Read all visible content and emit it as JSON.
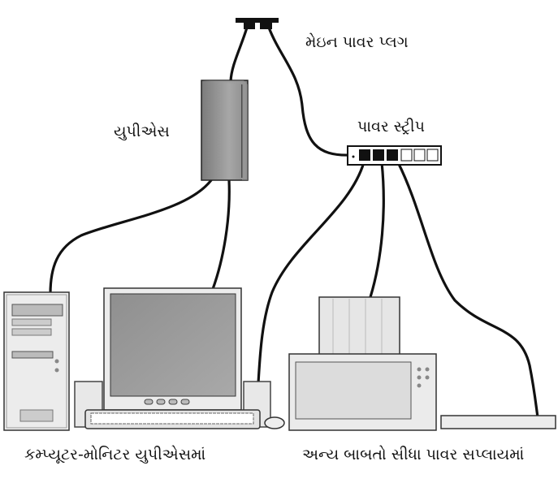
{
  "labels": {
    "main_plug": "મેઇન પાવર પ્લગ",
    "ups": "યુપીએસ",
    "power_strip": "પાવર સ્ટ્રીપ",
    "computer_monitor_to_ups": "કમ્પ્યૂટર-મોનિટર યુપીએસમાં",
    "others_direct": "અન્ય બાબતો સીધા પાવર સપ્લાયમાં"
  },
  "colors": {
    "ups": "#8e8e8e",
    "cable": "#111111",
    "screen": "#9a9a9a",
    "device": "#e6e6e6"
  }
}
